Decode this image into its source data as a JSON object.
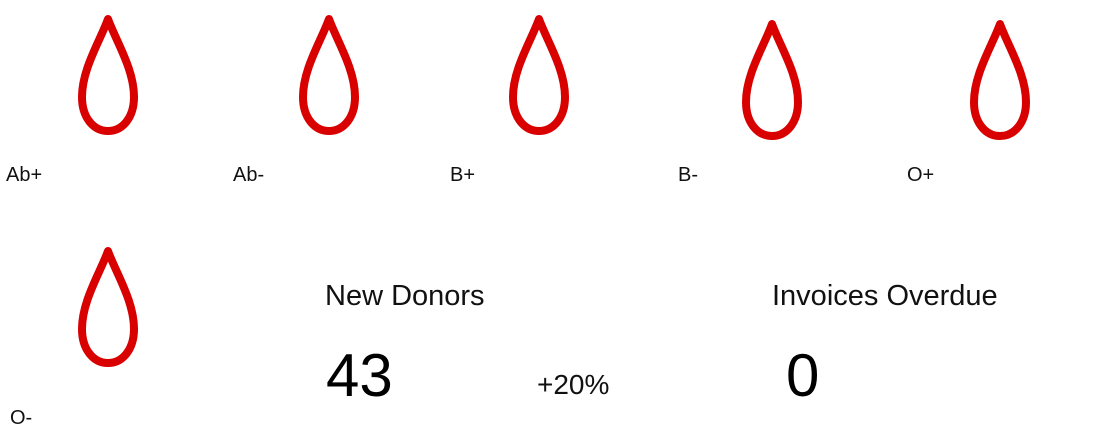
{
  "colors": {
    "drop_stroke": "#d90000",
    "text": "#111111",
    "background": "#ffffff"
  },
  "blood_types": [
    {
      "label": "Ab+",
      "icon": "blood-drop-icon"
    },
    {
      "label": "Ab-",
      "icon": "blood-drop-icon"
    },
    {
      "label": "B+",
      "icon": "blood-drop-icon"
    },
    {
      "label": "B-",
      "icon": "blood-drop-icon"
    },
    {
      "label": "O+",
      "icon": "blood-drop-icon"
    },
    {
      "label": "O-",
      "icon": "blood-drop-icon"
    }
  ],
  "stats": {
    "new_donors": {
      "title": "New Donors",
      "value": "43",
      "change": "+20%"
    },
    "invoices_overdue": {
      "title": "Invoices Overdue",
      "value": "0"
    }
  }
}
